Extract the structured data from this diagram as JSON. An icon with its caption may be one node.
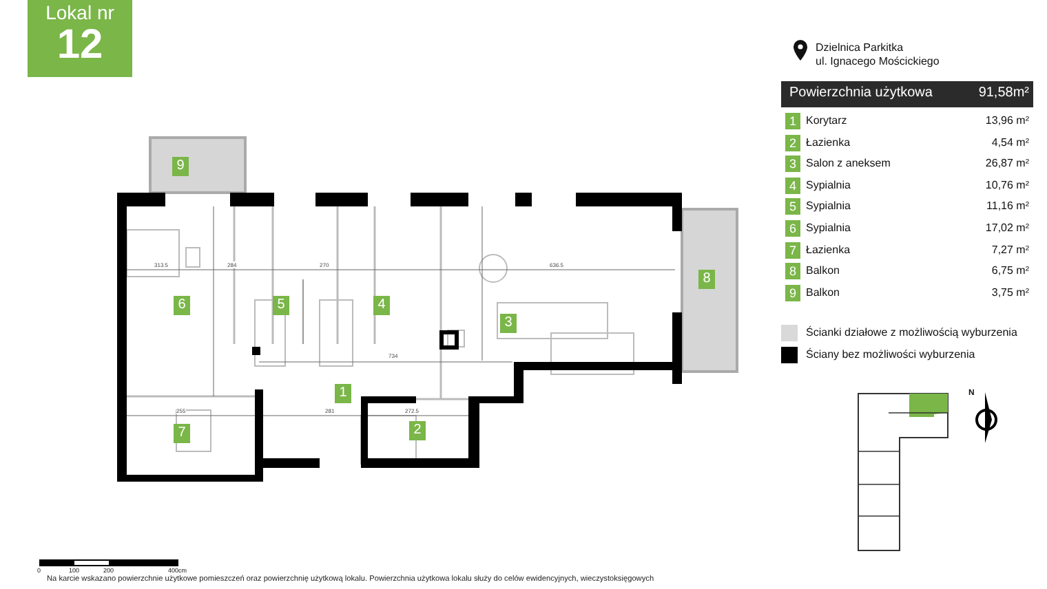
{
  "diagram": {
    "nodes": [
      {
        "text": [
          "Lokal nr",
          "12"
        ]
      }
    ],
    "labels": [
      "Dzielnica Parkitka",
      "ul. Ignacego Mościckiego",
      "Powierzchnia użytkowa",
      "91,58m²",
      "1",
      "Korytarz",
      "13,96 m²",
      "2",
      "Łazienka",
      "4,54 m²",
      "3",
      "Salon z aneksem",
      "26,87 m²",
      "4",
      "Sypialnia",
      "10,76 m²",
      "5",
      "Sypialnia",
      "11,16 m²",
      "6",
      "Sypialnia",
      "17,02 m²",
      "7",
      "Łazienka",
      "7,27 m²",
      "8",
      "Balkon",
      "6,75 m²",
      "9",
      "Balkon",
      "3,75 m²",
      "9",
      "8",
      "6",
      "5",
      "4",
      "3",
      "1",
      "7",
      "2",
      "313.5",
      "284",
      "270",
      "636.5",
      "734",
      "255",
      "281",
      "272.5",
      "0",
      "100",
      "200",
      "400cm",
      "N",
      "Na karcie wskazano powierzchnie użytkowe pomieszczeń oraz powierzchnię użytkową lokalu. Powierzchnia użytkowa lokalu służy do celów ewidencyjnych, wieczystoksięgowych"
    ],
    "legend": [
      {
        "text": "Ścianki działowe z możliwością wyburzenia",
        "color": "#d9d9d9"
      },
      {
        "text": "Ściany bez możliwości wyburzenia",
        "color": "#000000"
      }
    ]
  }
}
